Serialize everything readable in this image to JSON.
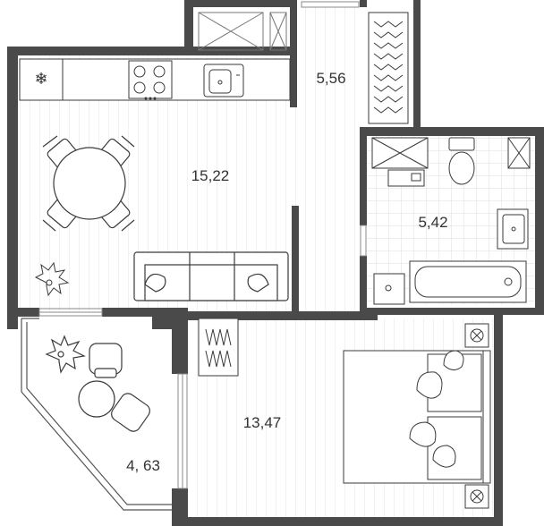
{
  "plan": {
    "rooms": [
      {
        "id": "living-kitchen",
        "area": "15,22"
      },
      {
        "id": "corridor",
        "area": "5,56"
      },
      {
        "id": "bathroom",
        "area": "5,42"
      },
      {
        "id": "bedroom",
        "area": "13,47"
      },
      {
        "id": "balcony",
        "area": "4, 63"
      }
    ],
    "colors": {
      "wall": "#4a4a4a",
      "floor_line": "#e3e3e3",
      "furniture_stroke": "#3a3a3a",
      "tile_line": "#dddddd"
    },
    "icons": [
      "snowflake-icon",
      "hob-icon",
      "sink-icon",
      "plant-icon",
      "toilet-icon",
      "bathtub-icon"
    ]
  }
}
